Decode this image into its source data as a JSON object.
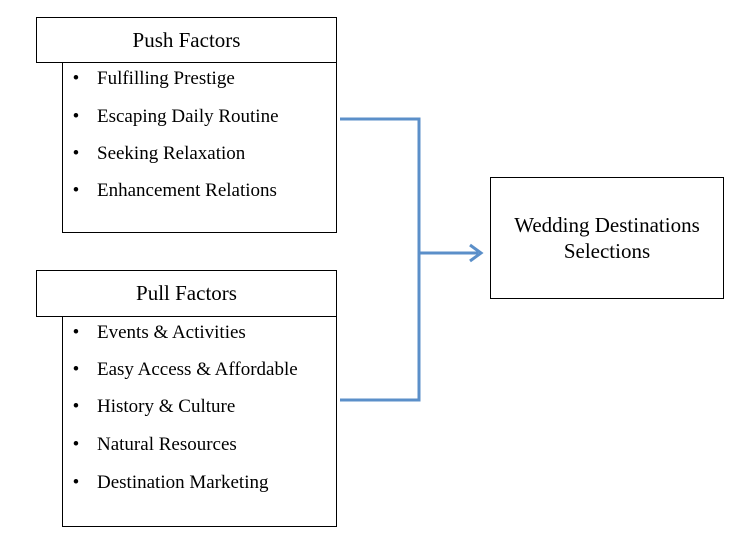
{
  "push": {
    "title": "Push Factors",
    "items": [
      "Fulfilling Prestige",
      "Escaping Daily Routine",
      "Seeking Relaxation",
      "Enhancement Relations"
    ]
  },
  "pull": {
    "title": "Pull Factors",
    "items": [
      "Events & Activities",
      "Easy Access & Affordable",
      "History & Culture",
      "Natural Resources",
      "Destination Marketing"
    ]
  },
  "target": {
    "line1": "Wedding Destinations",
    "line2": "Selections"
  },
  "colors": {
    "connector": "#5b8fc9",
    "border": "#000000"
  }
}
